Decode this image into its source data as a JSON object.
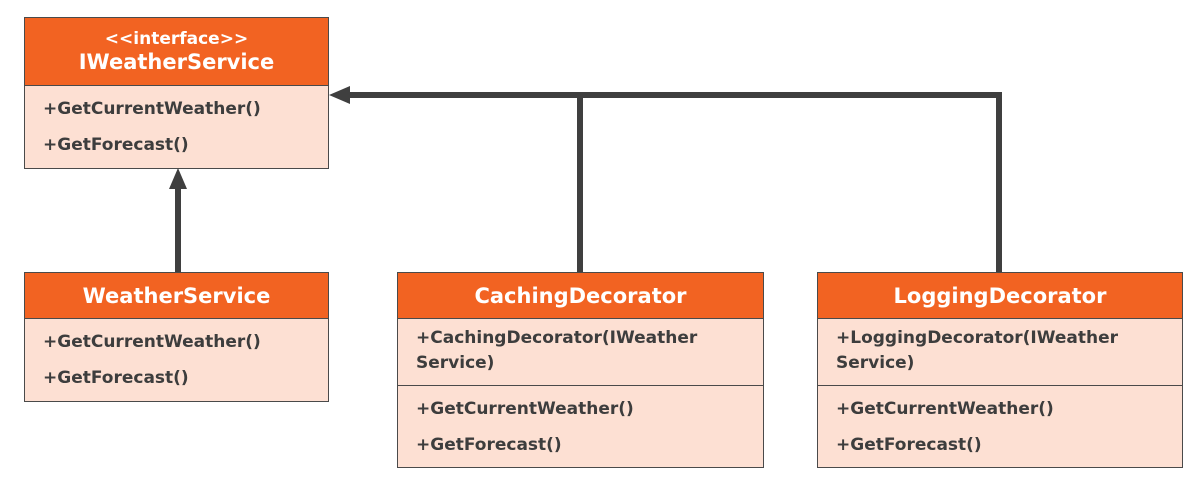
{
  "classes": {
    "iweather_service": {
      "stereotype": "<<interface>>",
      "name": "IWeatherService",
      "methods": [
        "+GetCurrentWeather()",
        "+GetForecast()"
      ]
    },
    "weather_service": {
      "name": "WeatherService",
      "methods": [
        "+GetCurrentWeather()",
        "+GetForecast()"
      ]
    },
    "caching_decorator": {
      "name": "CachingDecorator",
      "constructor": "+CachingDecorator(IWeather Service)",
      "methods": [
        "+GetCurrentWeather()",
        "+GetForecast()"
      ]
    },
    "logging_decorator": {
      "name": "LoggingDecorator",
      "constructor": "+LoggingDecorator(IWeather Service)",
      "methods": [
        "+GetCurrentWeather()",
        "+GetForecast()"
      ]
    }
  },
  "colors": {
    "header": "#f26322",
    "body": "#fde0d3",
    "border": "#4a4a4a",
    "connector": "#3f3f3f"
  }
}
